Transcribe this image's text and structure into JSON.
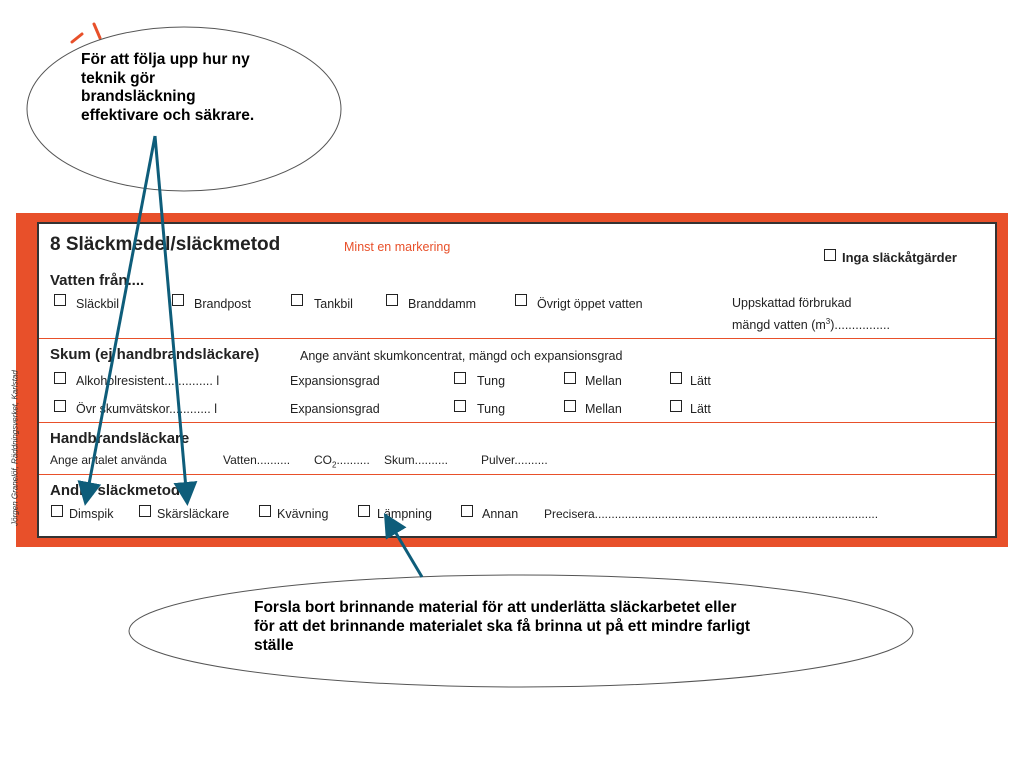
{
  "callouts": {
    "top": {
      "lines": [
        "För att följa upp hur ny",
        "teknik gör",
        "brandsläckning",
        "effektivare och säkrare."
      ]
    },
    "bottom": {
      "lines": [
        "Forsla bort brinnande material för att underlätta släckarbetet eller",
        "för att det brinnande materialet ska få brinna ut på ett mindre farligt",
        "ställe"
      ]
    }
  },
  "sidenote": "Jörgen Granelöf, Räddningsverket, Karlstad",
  "form": {
    "title": "8 Släckmedel/släckmetod",
    "subtitle": "Minst en markering",
    "no_action": "Inga släckåtgärder",
    "water": {
      "heading": "Vatten från....",
      "options": [
        "Släckbil",
        "Brandpost",
        "Tankbil",
        "Branddamm",
        "Övrigt öppet vatten"
      ],
      "estimate_line1": "Uppskattad förbrukad",
      "estimate_line2_text": "mängd vatten (m",
      "estimate_line2_sup": "3",
      "estimate_line2_end": ")................"
    },
    "foam": {
      "heading": "Skum (ej handbrandsläckare)",
      "note": "Ange använt skumkoncentrat, mängd och expansionsgrad",
      "row1_label": "Alkoholresistent.............. l",
      "row2_label": "Övr skumvätskor............ l",
      "expansion": "Expansionsgrad",
      "grades": [
        "Tung",
        "Mellan",
        "Lätt"
      ]
    },
    "hand": {
      "heading": "Handbrandsläckare",
      "prefix": "Ange antalet använda",
      "water": "Vatten..........",
      "co2_base": "CO",
      "co2_sub": "2",
      "co2_dots": "..........",
      "foam": "Skum..........",
      "powder": "Pulver.........."
    },
    "other": {
      "heading": "Andra släckmetoder",
      "options": [
        "Dimspik",
        "Skärsläckare",
        "Kvävning",
        "Lämpning",
        "Annan"
      ],
      "specify": "Precisera....................................................................................."
    }
  },
  "colors": {
    "accent": "#e8502a",
    "arrow": "#0e5d7a"
  }
}
